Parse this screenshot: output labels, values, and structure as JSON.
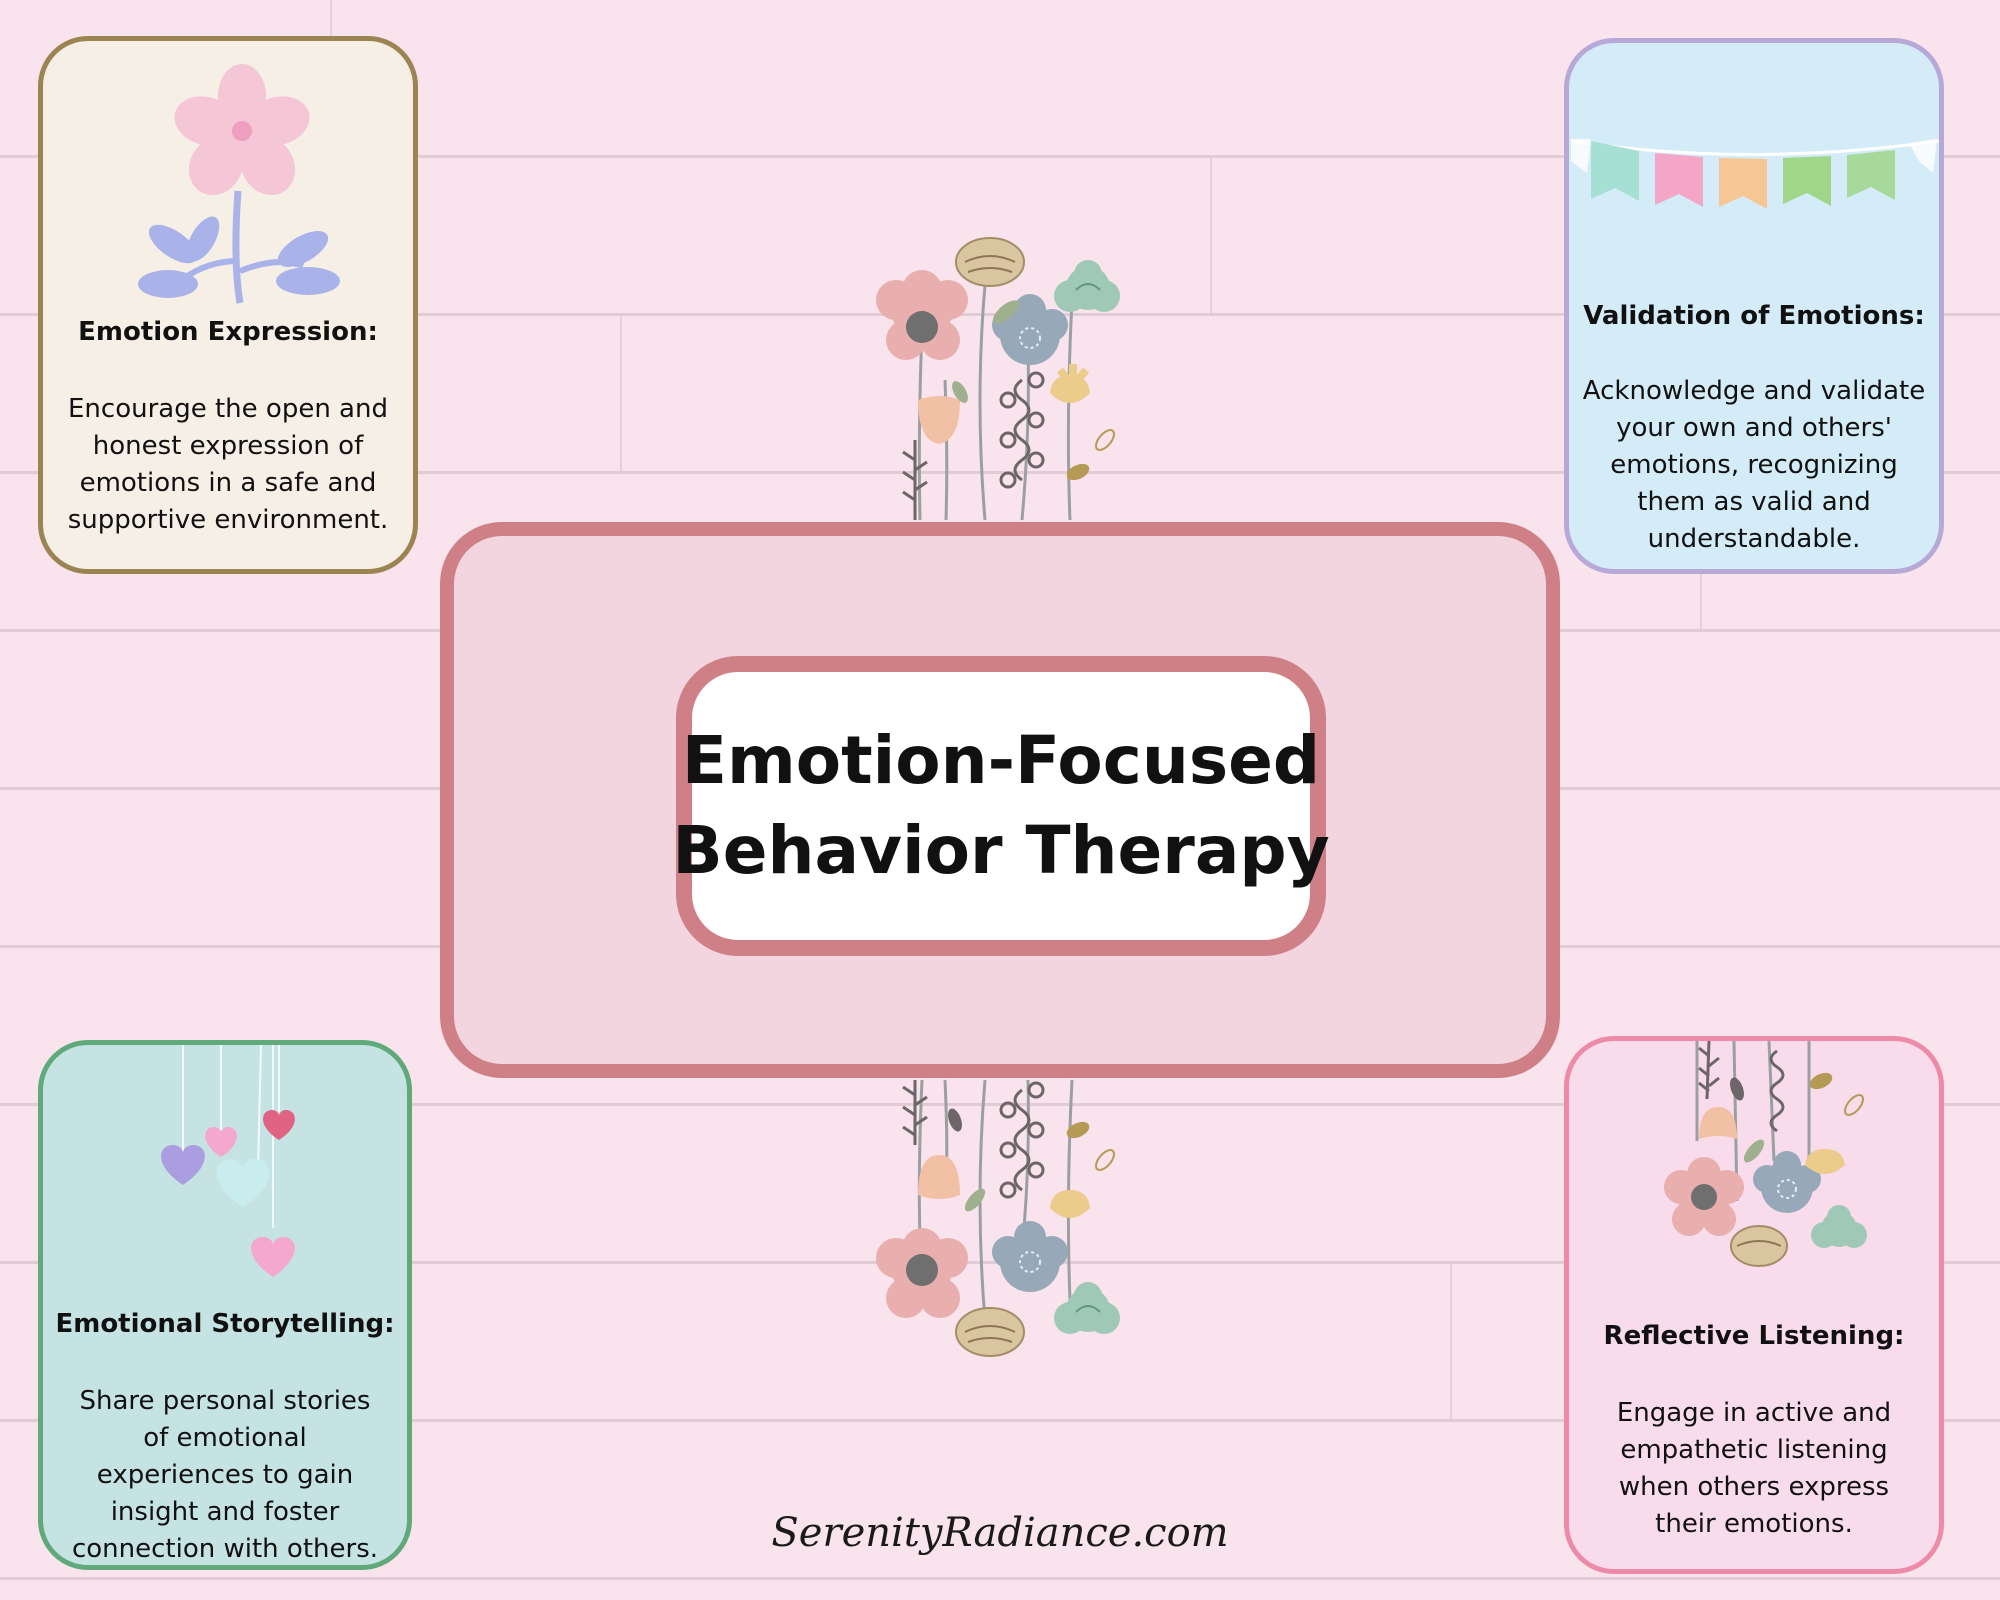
{
  "center": {
    "title_line1": "Emotion-Focused",
    "title_line2": "Behavior Therapy"
  },
  "cards": [
    {
      "title": "Emotion Expression:",
      "body": "Encourage the open and honest expression of emotions in a safe and supportive environment.",
      "border_color": "#9c8452",
      "fill_color": "#f6efe6",
      "icon": "flower-icon"
    },
    {
      "title": "Validation of Emotions:",
      "body": "Acknowledge and validate your own and others' emotions, recognizing them as valid and understandable.",
      "border_color": "#b7a8d8",
      "fill_color": "#d4ecf7",
      "icon": "bunting-icon"
    },
    {
      "title": "Emotional Storytelling:",
      "body": "Share personal stories of emotional experiences to gain insight and foster connection with others.",
      "border_color": "#5fa97b",
      "fill_color": "#c6e3e3",
      "icon": "hanging-hearts-icon"
    },
    {
      "title": "Reflective Listening:",
      "body": "Engage in active and empathetic listening when others express their emotions.",
      "border_color": "#ec8aa8",
      "fill_color": "#f9dcec",
      "icon": "flower-bouquet-icon"
    }
  ],
  "footer": {
    "site": "SerenityRadiance.com"
  },
  "colors": {
    "background": "#f9e3ec",
    "center_border": "#cf7f86",
    "center_fill": "#f2d5de"
  }
}
